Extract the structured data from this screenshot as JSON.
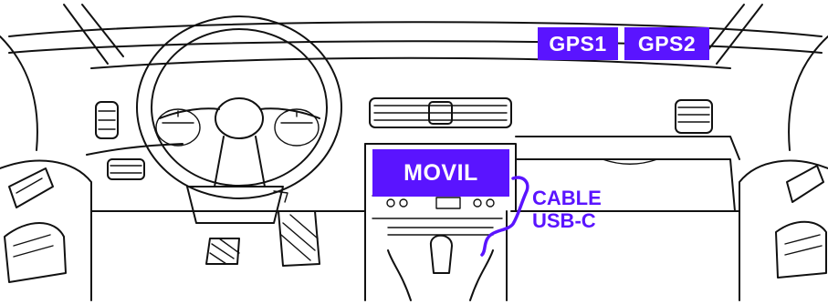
{
  "colors": {
    "accent": "#5a14ff",
    "line": "#111111",
    "background": "#ffffff"
  },
  "labels": {
    "gps1": "GPS1",
    "gps2": "GPS2",
    "movil": "MOVIL",
    "cable_line1": "CABLE",
    "cable_line2": "USB-C"
  }
}
